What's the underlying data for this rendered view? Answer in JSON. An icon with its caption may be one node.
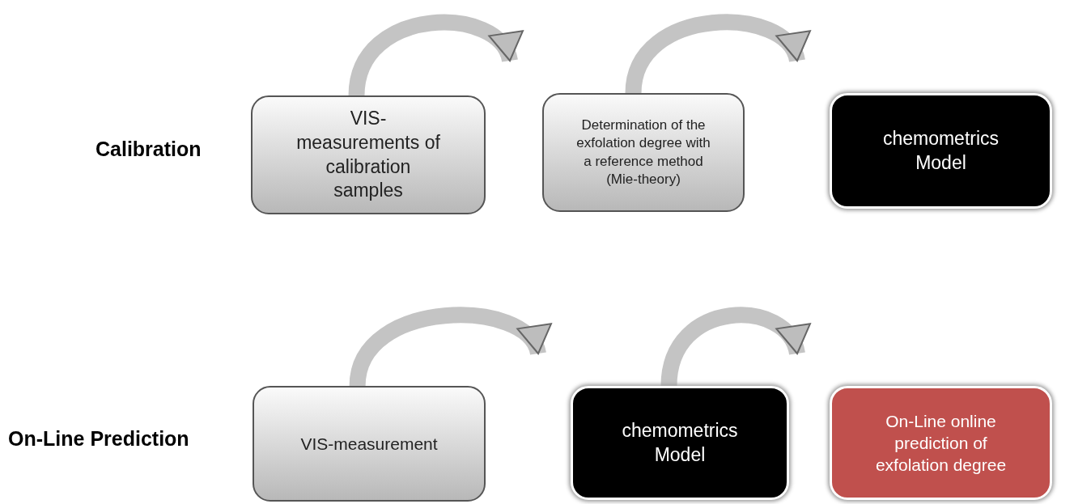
{
  "diagram": {
    "nodes": [
      {
        "text": [
          "VIS-measurements of calibration samples"
        ]
      },
      {
        "text": [
          "Determination of the exfolation degree with a reference method (Mie-theory)"
        ]
      },
      {
        "text": [
          "chemometrics Model"
        ]
      },
      {
        "text": [
          "VIS-measurement"
        ]
      },
      {
        "text": [
          "chemometrics Model"
        ]
      },
      {
        "text": [
          "On-Line online prediction of exfolation degree"
        ]
      }
    ],
    "edges": [
      {
        "from": 0,
        "to": 1,
        "arrow": "to"
      },
      {
        "from": 1,
        "to": 2,
        "arrow": "to"
      },
      {
        "from": 3,
        "to": 4,
        "arrow": "to"
      },
      {
        "from": 4,
        "to": 5,
        "arrow": "to"
      }
    ],
    "labels": [
      "Calibration",
      "On-Line Prediction"
    ]
  }
}
